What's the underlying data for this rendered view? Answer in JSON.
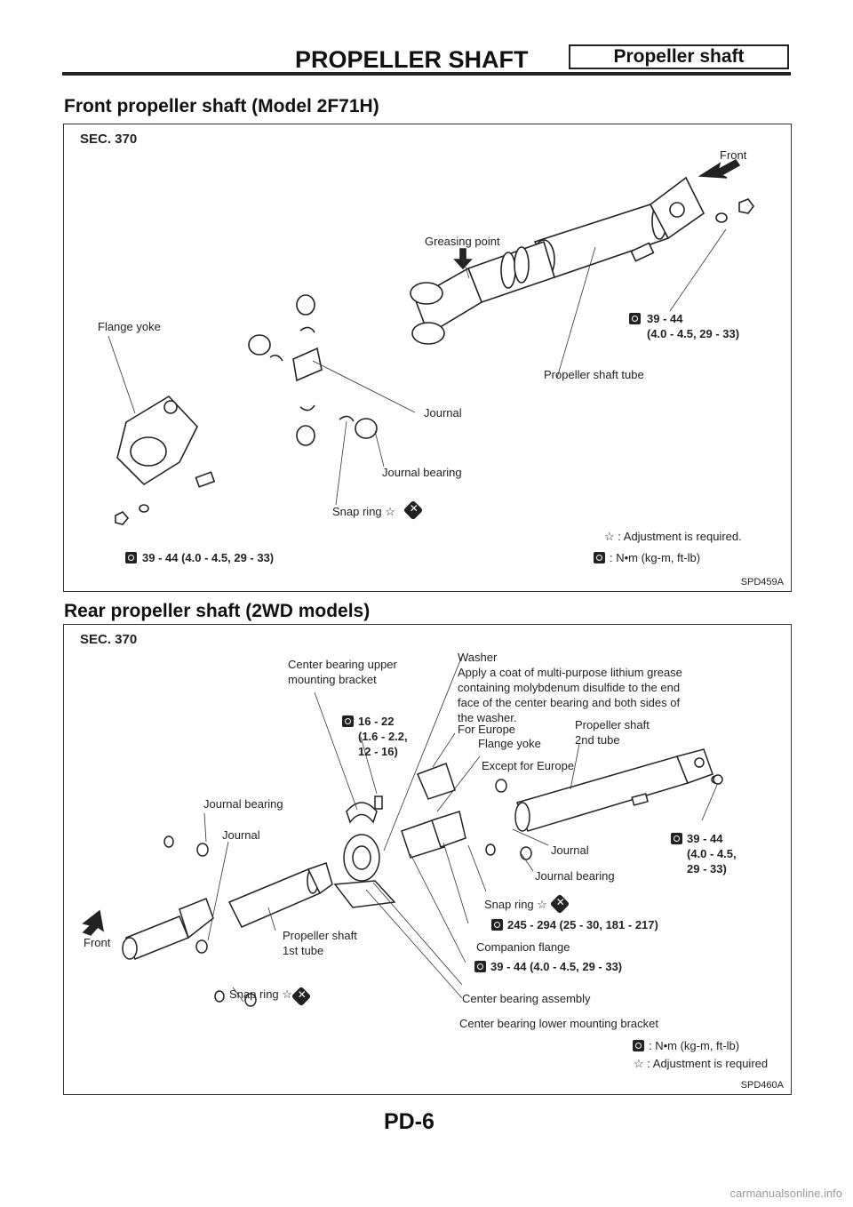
{
  "header": {
    "title": "PROPELLER SHAFT",
    "badge": "Propeller shaft"
  },
  "front": {
    "heading": "Front propeller shaft (Model 2F71H)",
    "sec": "SEC. 370",
    "code": "SPD459A",
    "labels": {
      "front": "Front",
      "greasing_point": "Greasing point",
      "flange_yoke": "Flange yoke",
      "torque_right": "39 - 44\n(4.0 - 4.5, 29 - 33)",
      "propeller_tube": "Propeller shaft tube",
      "journal": "Journal",
      "journal_bearing": "Journal bearing",
      "snap_ring": "Snap ring ☆",
      "legend_adjust": "☆ : Adjustment is required.",
      "torque_bottom": "39 - 44 (4.0 - 4.5, 29 - 33)",
      "legend_torque": ": N•m (kg-m, ft-lb)"
    }
  },
  "rear": {
    "heading": "Rear propeller shaft (2WD models)",
    "sec": "SEC. 370",
    "code": "SPD460A",
    "labels": {
      "cb_upper": "Center bearing upper\nmounting bracket",
      "washer": "Washer\nApply a coat of multi-purpose lithium grease\ncontaining molybdenum disulfide to the end\nface of the center bearing and both sides of\nthe washer.",
      "torque_16": "16 - 22\n(1.6 - 2.2,\n12 - 16)",
      "for_europe": "For Europe",
      "flange_yoke": "Flange yoke",
      "shaft_2nd": "Propeller shaft\n2nd tube",
      "except_europe": "Except for Europe",
      "journal_bearing_left": "Journal bearing",
      "journal_left": "Journal",
      "journal_right": "Journal",
      "journal_bearing_right": "Journal bearing",
      "torque_right": "39 - 44\n(4.0 - 4.5,\n29 - 33)",
      "snap_ring_mid": "Snap ring ☆",
      "torque_245": "245 - 294 (25 - 30, 181 - 217)",
      "companion_flange": "Companion flange",
      "front": "Front",
      "shaft_1st": "Propeller shaft\n1st tube",
      "torque_39": "39 - 44 (4.0 - 4.5, 29 - 33)",
      "snap_ring_left": "Snap ring ☆",
      "cb_assembly": "Center bearing assembly",
      "cb_lower": "Center bearing lower mounting bracket",
      "legend_torque": ": N•m (kg-m, ft-lb)",
      "legend_adjust": "☆ : Adjustment is required"
    }
  },
  "page_number": "PD-6",
  "watermark": "carmanualsonline.info"
}
